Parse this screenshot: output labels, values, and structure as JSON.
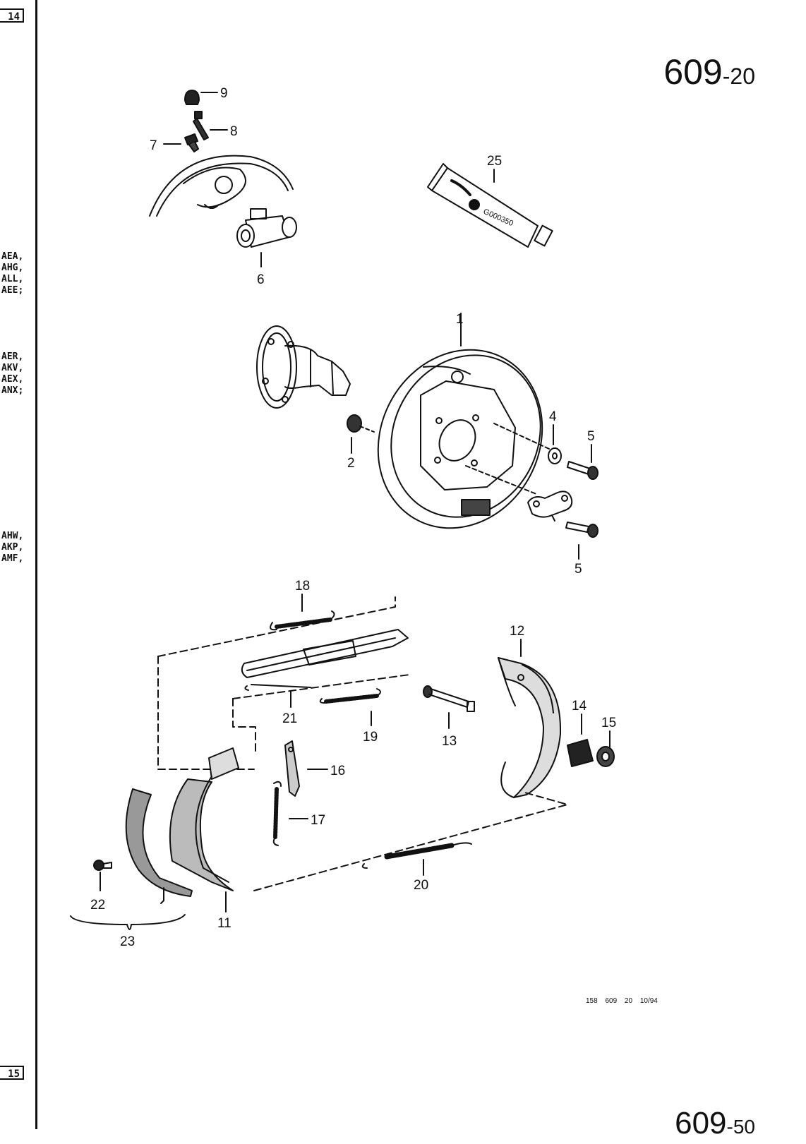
{
  "page": {
    "number": "609",
    "number_suffix": "-20",
    "next_number": "609",
    "next_suffix": "-50",
    "tab_top": "14",
    "tab_bottom": "15",
    "footer_code": "158 609 20 10/94",
    "tube_print": "G000350"
  },
  "margin_codes": {
    "group_1": [
      "AEA,",
      "AHG,",
      "ALL,",
      "AEE;"
    ],
    "group_2": [
      "AER,",
      "AKV,",
      "AEX,",
      "ANX;"
    ],
    "group_3": [
      "AHW,",
      "AKP,",
      "AMF,"
    ]
  },
  "parts": [
    {
      "id": "p9",
      "label": "9"
    },
    {
      "id": "p8",
      "label": "8"
    },
    {
      "id": "p7",
      "label": "7"
    },
    {
      "id": "p6",
      "label": "6"
    },
    {
      "id": "p25",
      "label": "25"
    },
    {
      "id": "p1",
      "label": "1"
    },
    {
      "id": "p2",
      "label": "2"
    },
    {
      "id": "p4",
      "label": "4"
    },
    {
      "id": "p5a",
      "label": "5"
    },
    {
      "id": "p5b",
      "label": "5"
    },
    {
      "id": "p18",
      "label": "18"
    },
    {
      "id": "p12",
      "label": "12"
    },
    {
      "id": "p21",
      "label": "21"
    },
    {
      "id": "p19",
      "label": "19"
    },
    {
      "id": "p13",
      "label": "13"
    },
    {
      "id": "p14",
      "label": "14"
    },
    {
      "id": "p15",
      "label": "15"
    },
    {
      "id": "p16",
      "label": "16"
    },
    {
      "id": "p17",
      "label": "17"
    },
    {
      "id": "p20",
      "label": "20"
    },
    {
      "id": "p22",
      "label": "22"
    },
    {
      "id": "p23",
      "label": "23"
    },
    {
      "id": "p11",
      "label": "11"
    }
  ]
}
